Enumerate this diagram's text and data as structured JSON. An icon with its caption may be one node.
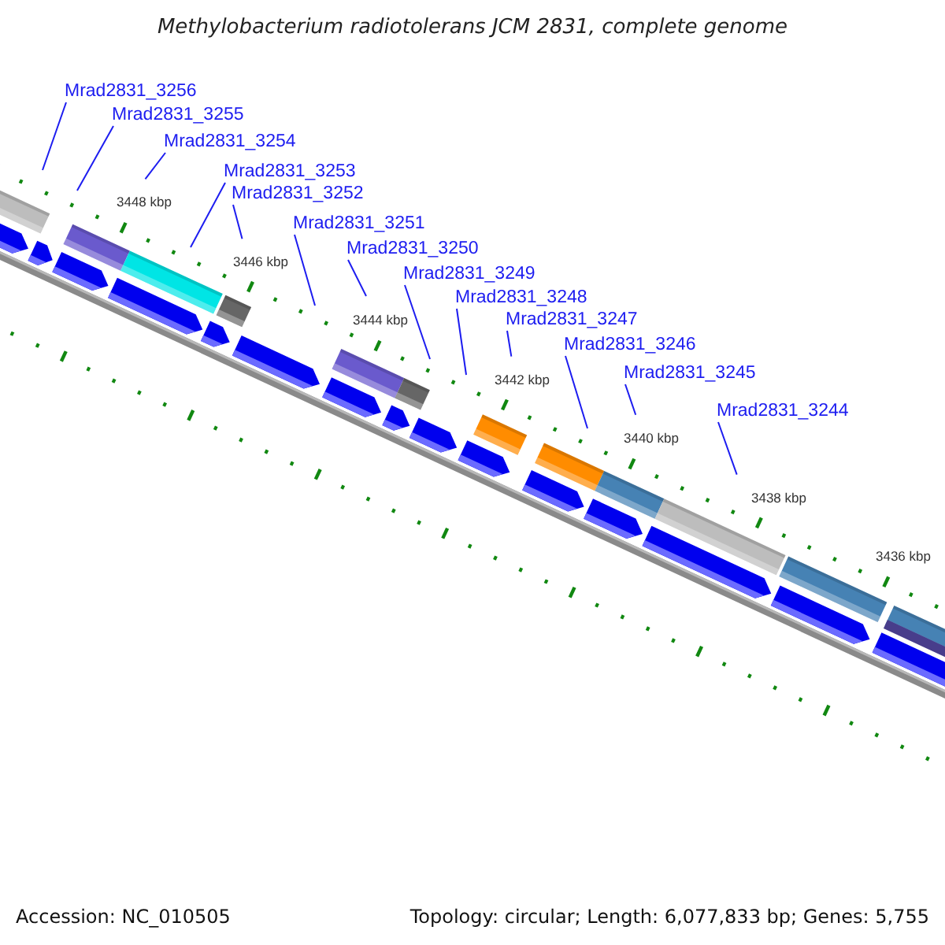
{
  "diagram": {
    "title": "Methylobacterium radiotolerans JCM 2831, complete genome",
    "nodes": [
      {
        "text": [
          "Mrad2831_3256"
        ]
      },
      {
        "text": [
          "Mrad2831_3255"
        ]
      },
      {
        "text": [
          "Mrad2831_3254"
        ]
      },
      {
        "text": [
          "Mrad2831_3253"
        ]
      },
      {
        "text": [
          "Mrad2831_3252"
        ]
      },
      {
        "text": [
          "Mrad2831_3251"
        ]
      },
      {
        "text": [
          "Mrad2831_3250"
        ]
      },
      {
        "text": [
          "Mrad2831_3249"
        ]
      },
      {
        "text": [
          "Mrad2831_3248"
        ]
      },
      {
        "text": [
          "Mrad2831_3247"
        ]
      },
      {
        "text": [
          "Mrad2831_3246"
        ]
      },
      {
        "text": [
          "Mrad2831_3245"
        ]
      },
      {
        "text": [
          "Mrad2831_3244"
        ]
      }
    ],
    "edges": [
      {
        "from": 0,
        "to": null,
        "arrow": "none"
      },
      {
        "from": 1,
        "to": null,
        "arrow": "none"
      },
      {
        "from": 2,
        "to": null,
        "arrow": "none"
      },
      {
        "from": 3,
        "to": null,
        "arrow": "none"
      },
      {
        "from": 4,
        "to": null,
        "arrow": "none"
      },
      {
        "from": 5,
        "to": null,
        "arrow": "none"
      },
      {
        "from": 6,
        "to": null,
        "arrow": "none"
      },
      {
        "from": 7,
        "to": null,
        "arrow": "none"
      },
      {
        "from": 8,
        "to": null,
        "arrow": "none"
      },
      {
        "from": 9,
        "to": null,
        "arrow": "none"
      },
      {
        "from": 10,
        "to": null,
        "arrow": "none"
      },
      {
        "from": 11,
        "to": null,
        "arrow": "none"
      },
      {
        "from": 12,
        "to": null,
        "arrow": "none"
      }
    ],
    "labels": [
      "3448 kbp",
      "3446 kbp",
      "3444 kbp",
      "3442 kbp",
      "3440 kbp",
      "3438 kbp",
      "3436 kbp",
      "Accession: NC_010505",
      "Topology: circular; Length: 6,077,833 bp; Genes: 5,755"
    ]
  }
}
